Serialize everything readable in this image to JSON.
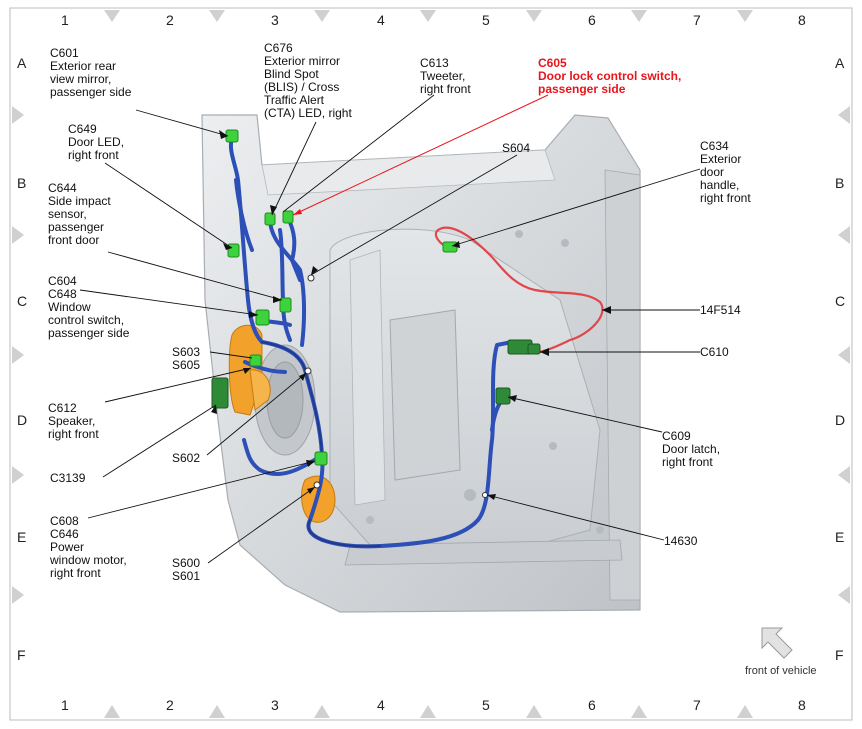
{
  "grid": {
    "columns": [
      "1",
      "2",
      "3",
      "4",
      "5",
      "6",
      "7",
      "8"
    ],
    "rows": [
      "A",
      "B",
      "C",
      "D",
      "E",
      "F"
    ]
  },
  "labels": {
    "c601": "C601\nExterior rear\nview mirror,\npassenger side",
    "c676": "C676\nExterior mirror\nBlind Spot\n(BLIS) / Cross\nTraffic Alert\n(CTA) LED, right",
    "c613": "C613\nTweeter,\nright front",
    "c605": "C605\nDoor lock control switch,\npassenger side",
    "c649": "C649\nDoor LED,\nright front",
    "s604": "S604",
    "c634": "C634\nExterior\ndoor\nhandle,\nright front",
    "c644": "C644\nSide impact\nsensor,\npassenger\nfront door",
    "c604_c648": "C604\nC648\nWindow\ncontrol switch,\npassenger side",
    "f14f514": "14F514",
    "s603_s605": "S603\nS605",
    "c610": "C610",
    "c612": "C612\nSpeaker,\nright front",
    "c609": "C609\nDoor latch,\nright front",
    "s602": "S602",
    "c3139": "C3139",
    "c608_c646": "C608\nC646\nPower\nwindow motor,\nright front",
    "h14630": "14630",
    "s600_s601": "S600\nS601",
    "front_of_vehicle": "front of vehicle"
  },
  "colors": {
    "harness_blue": "#2d4fb8",
    "harness_red": "#e0474c",
    "connector_green": "#3fd23f",
    "connector_dark_green": "#2f8a37",
    "speaker_orange": "#f2a12b",
    "highlight_label": "#e8151b",
    "door_panel": "#d9dcdf"
  },
  "icons": {
    "front_arrow": "arrow-up-left-icon"
  }
}
